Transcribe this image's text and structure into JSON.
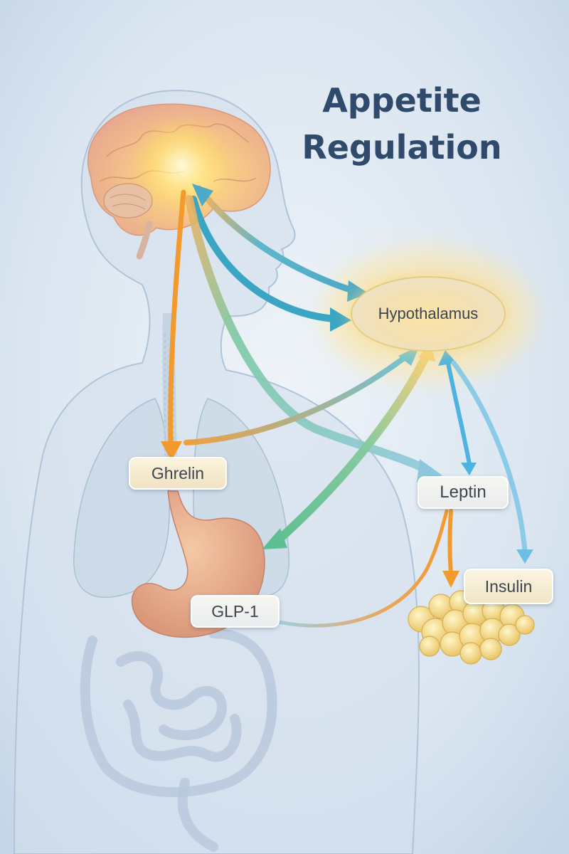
{
  "title": {
    "line1": "Appetite",
    "line2": "Regulation"
  },
  "nodes": {
    "hypothalamus": "Hypothalamus",
    "ghrelin": "Ghrelin",
    "leptin": "Leptin",
    "insulin": "Insulin",
    "glp1": "GLP-1"
  },
  "colors": {
    "background": "#dfe9f3",
    "title": "#2f4a6b",
    "orange_arrow": "#f29a2e",
    "teal_arrow": "#3aa6c4",
    "green_arrow": "#6cc59a",
    "blue_arrow": "#4eb3e0"
  }
}
